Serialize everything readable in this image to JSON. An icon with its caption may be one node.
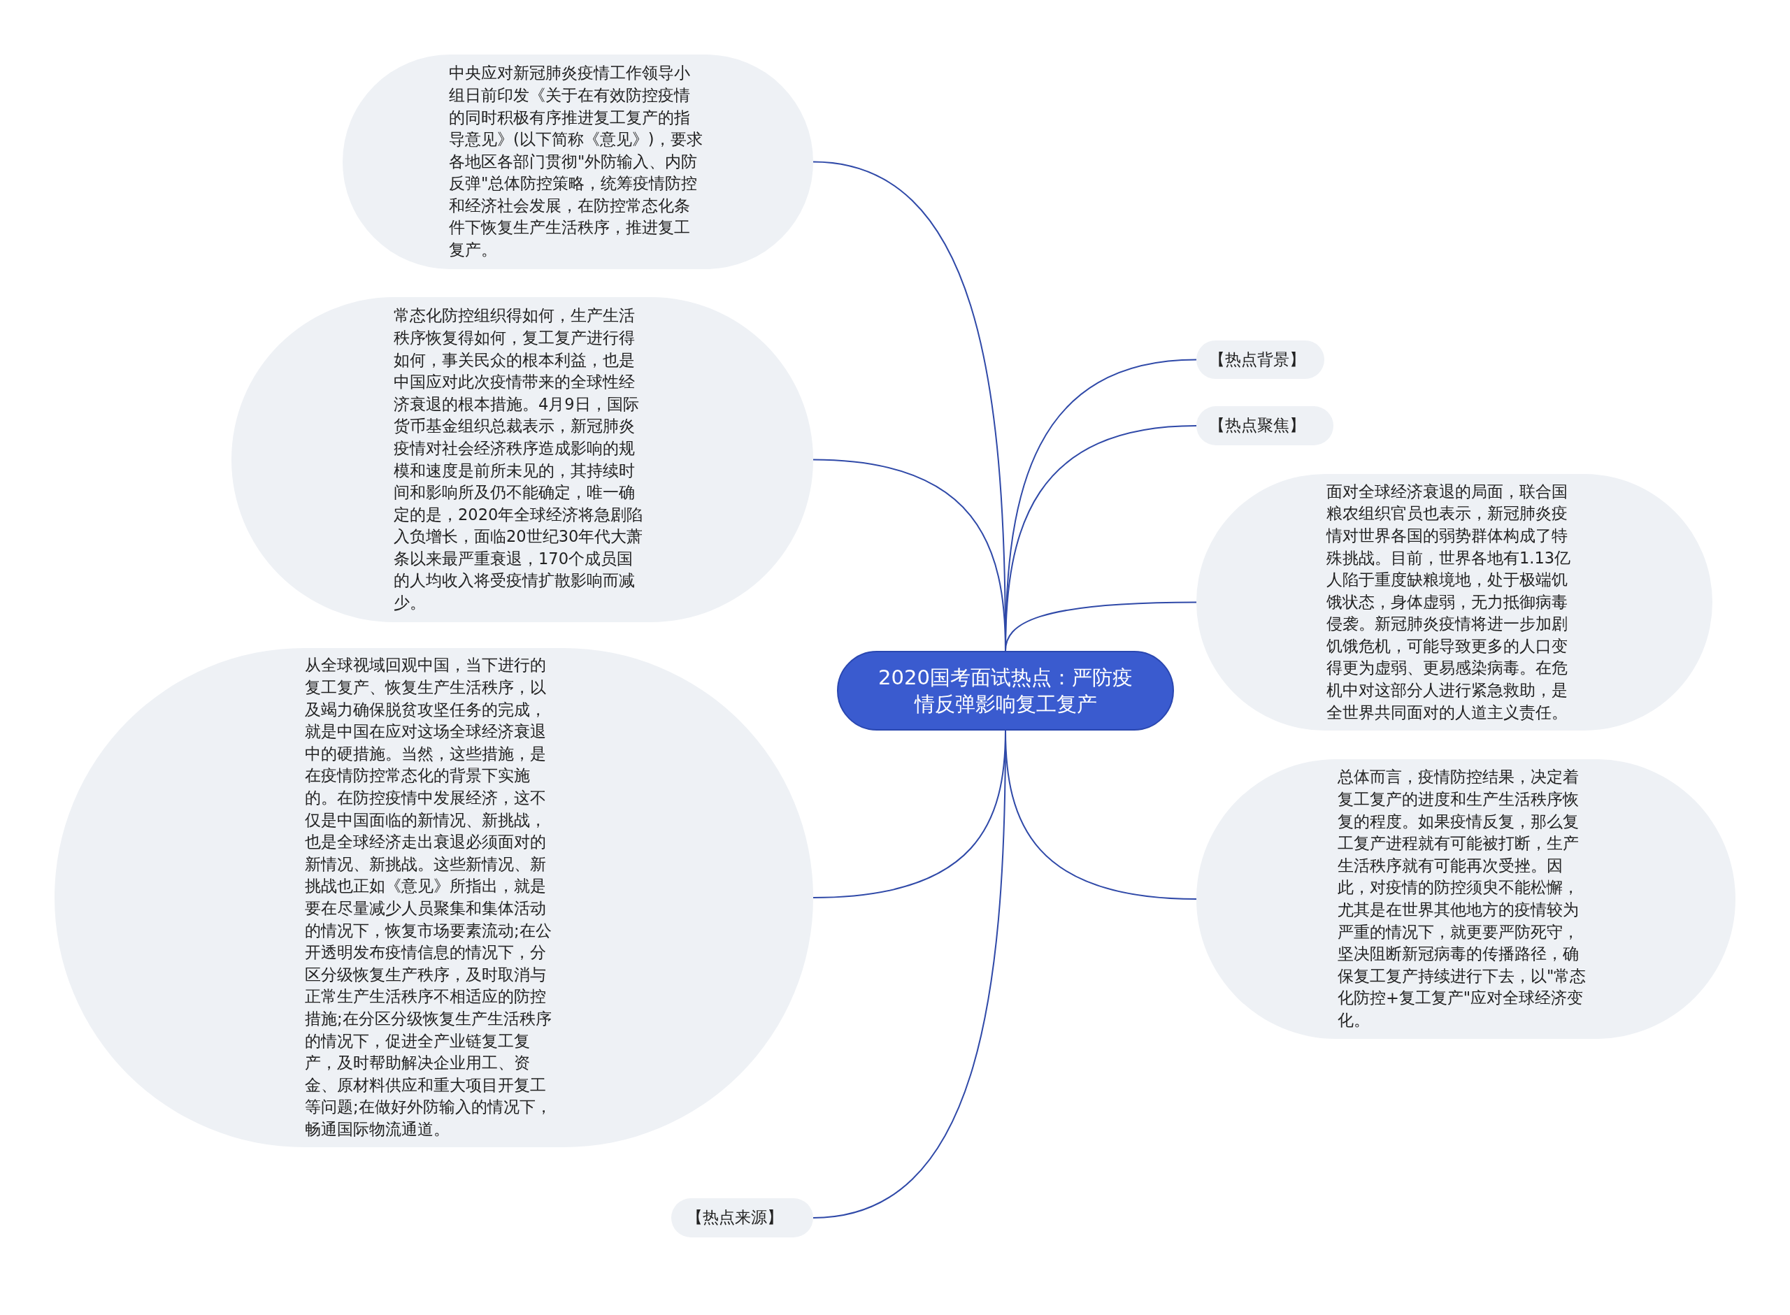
{
  "diagram": {
    "nodes": [
      {
        "text": [
          "2020国考面试热点：严防疫情反弹影响复工复产"
        ]
      },
      {
        "text": [
          "中央应对新冠肺炎疫情工作领导小组日前印发《关于在有效防控疫情的同时积极有序推进复工复产的指导意见》(以下简称《意见》)，要求各地区各部门贯彻\"外防输入、内防反弹\"总体防控策略，统筹疫情防控和经济社会发展，在防控常态化条件下恢复生产生活秩序，推进复工复产。"
        ]
      },
      {
        "text": [
          "常态化防控组织得如何，生产生活秩序恢复得如何，复工复产进行得如何，事关民众的根本利益，也是中国应对此次疫情带来的全球性经济衰退的根本措施。4月9日，国际货币基金组织总裁表示，新冠肺炎疫情对社会经济秩序造成影响的规模和速度是前所未见的，其持续时间和影响所及仍不能确定，唯一确定的是，2020年全球经济将急剧陷入负增长，面临20世纪30年代大萧条以来最严重衰退，170个成员国的人均收入将受疫情扩散影响而减少。"
        ]
      },
      {
        "text": [
          "从全球视域回观中国，当下进行的复工复产、恢复生产生活秩序，以及竭力确保脱贫攻坚任务的完成，就是中国在应对这场全球经济衰退中的硬措施。当然，这些措施，是在疫情防控常态化的背景下实施的。在防控疫情中发展经济，这不仅是中国面临的新情况、新挑战，也是全球经济走出衰退必须面对的新情况、新挑战。这些新情况、新挑战也正如《意见》所指出，就是要在尽量减少人员聚集和集体活动的情况下，恢复市场要素流动;在公开透明发布疫情信息的情况下，分区分级恢复生产秩序，及时取消与正常生产生活秩序不相适应的防控措施;在分区分级恢复生产生活秩序的情况下，促进全产业链复工复产，及时帮助解决企业用工、资金、原材料供应和重大项目开复工等问题;在做好外防输入的情况下，畅通国际物流通道。"
        ]
      },
      {
        "text": [
          "【热点来源】"
        ]
      },
      {
        "text": [
          "【热点背景】"
        ]
      },
      {
        "text": [
          "【热点聚焦】"
        ]
      },
      {
        "text": [
          "面对全球经济衰退的局面，联合国粮农组织官员也表示，新冠肺炎疫情对世界各国的弱势群体构成了特殊挑战。目前，世界各地有1.13亿人陷于重度缺粮境地，处于极端饥饿状态，身体虚弱，无力抵御病毒侵袭。新冠肺炎疫情将进一步加剧饥饿危机，可能导致更多的人口变得更为虚弱、更易感染病毒。在危机中对这部分人进行紧急救助，是全世界共同面对的人道主义责任。"
        ]
      },
      {
        "text": [
          "总体而言，疫情防控结果，决定着复工复产的进度和生产生活秩序恢复的程度。如果疫情反复，那么复工复产进程就有可能被打断，生产生活秩序就有可能再次受挫。因此，对疫情的防控须臾不能松懈，尤其是在世界其他地方的疫情较为严重的情况下，就更要严防死守，坚决阻断新冠病毒的传播路径，确保复工复产持续进行下去，以\"常态化防控+复工复产\"应对全球经济变化。"
        ]
      }
    ],
    "edges": [
      {
        "from": 0,
        "to": 1,
        "arrow": "none"
      },
      {
        "from": 0,
        "to": 2,
        "arrow": "none"
      },
      {
        "from": 0,
        "to": 3,
        "arrow": "none"
      },
      {
        "from": 0,
        "to": 4,
        "arrow": "none"
      },
      {
        "from": 0,
        "to": 5,
        "arrow": "none"
      },
      {
        "from": 0,
        "to": 6,
        "arrow": "none"
      },
      {
        "from": 0,
        "to": 7,
        "arrow": "none"
      },
      {
        "from": 0,
        "to": 8,
        "arrow": "none"
      }
    ]
  }
}
